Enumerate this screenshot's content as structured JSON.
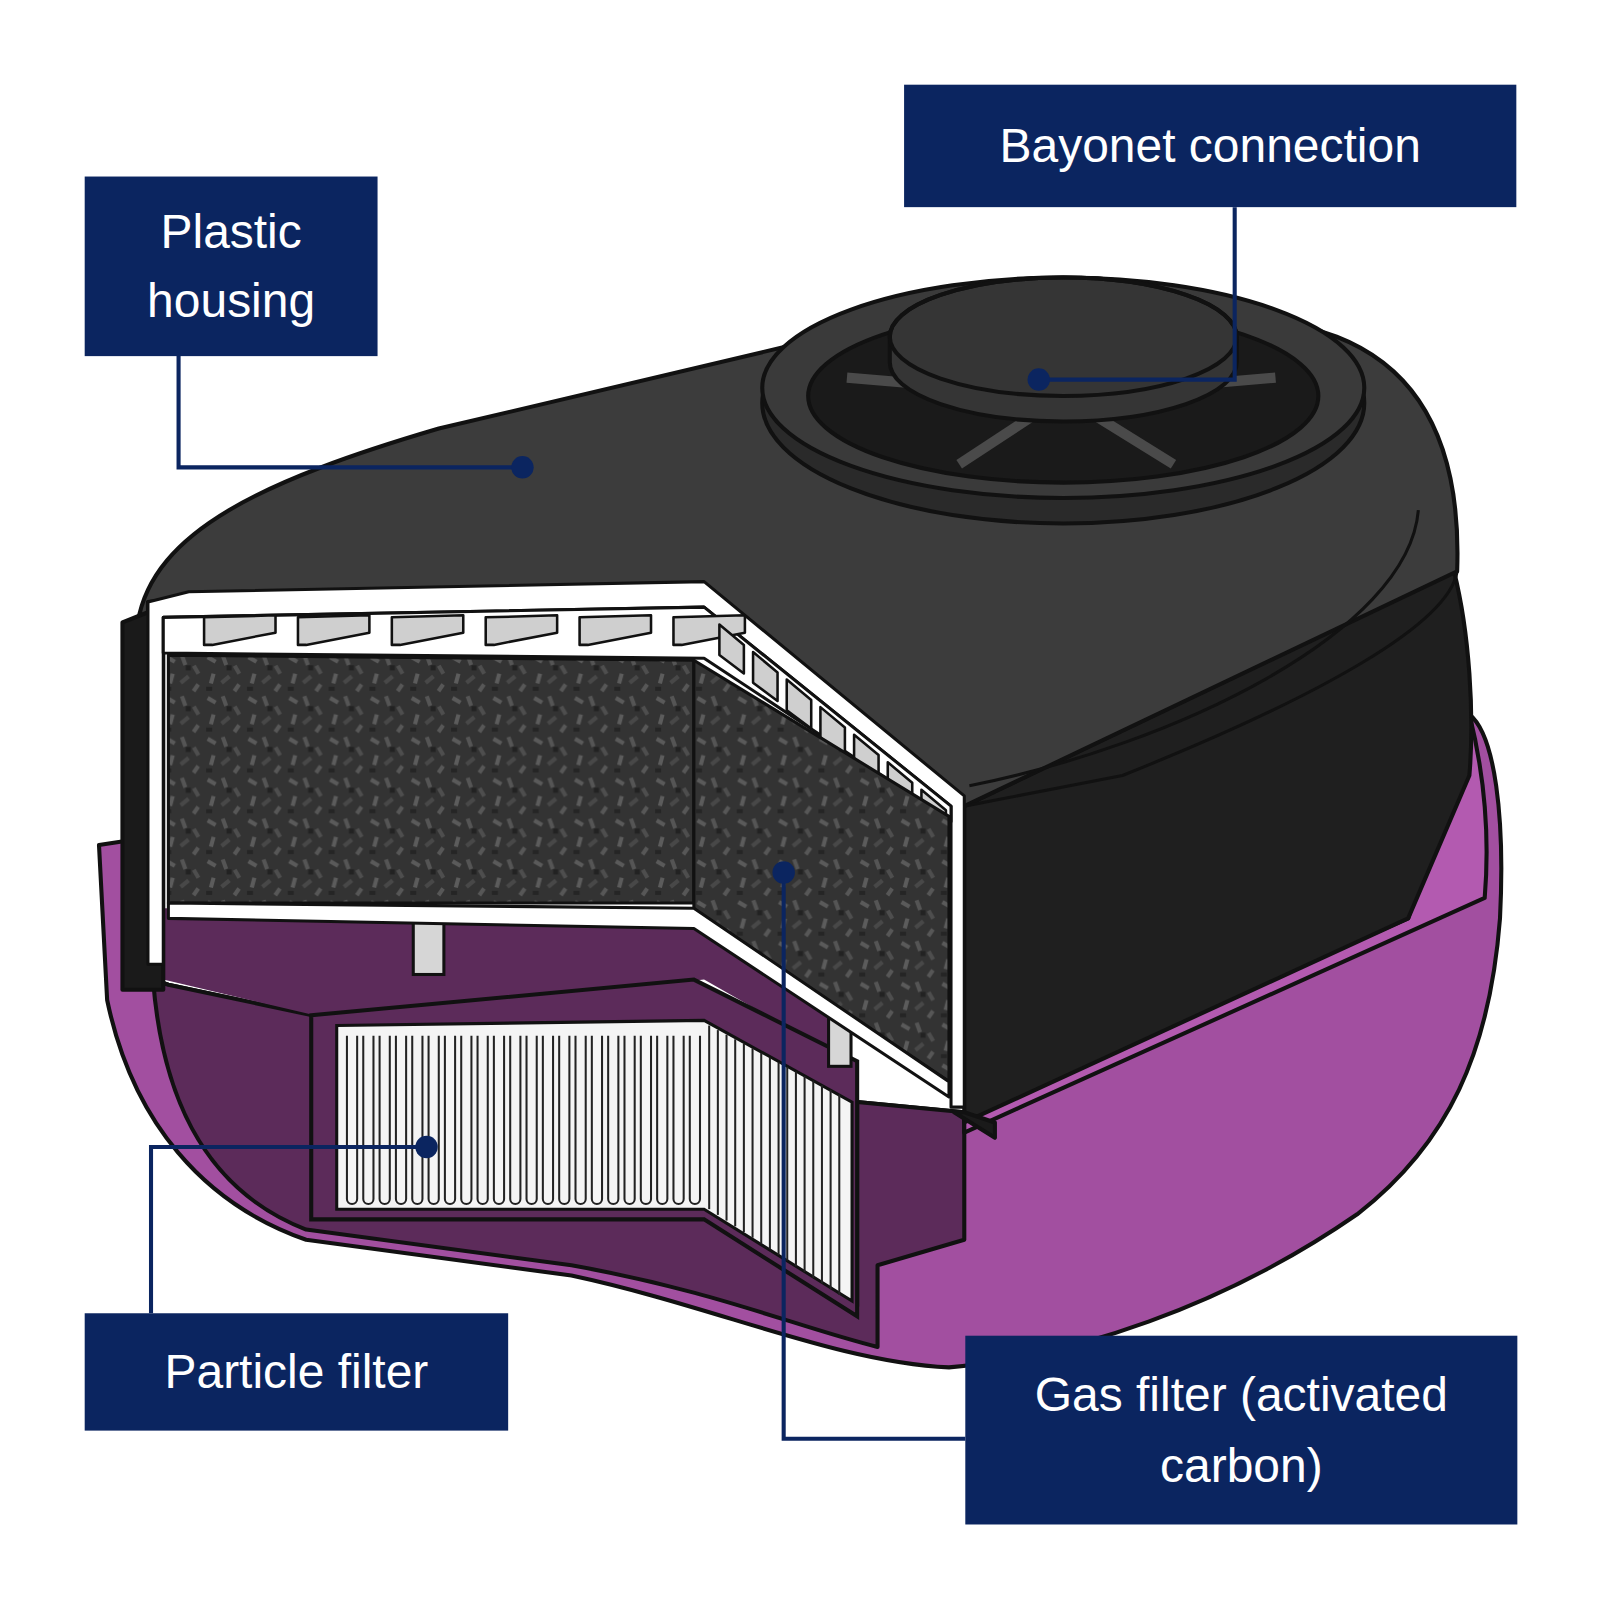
{
  "diagram": {
    "nodes": [
      {
        "text": [
          "Plastic housing"
        ]
      },
      {
        "text": [
          "Bayonet connection"
        ]
      },
      {
        "text": [
          "Particle filter"
        ]
      },
      {
        "text": [
          "Gas filter (activated carbon)"
        ]
      }
    ]
  }
}
